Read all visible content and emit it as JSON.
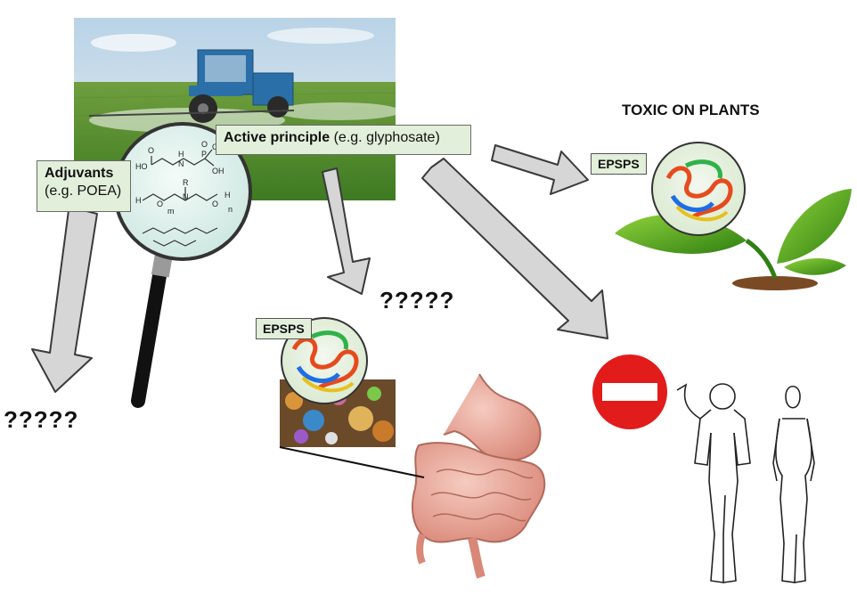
{
  "labels": {
    "active_principle_bold": "Active principle",
    "active_principle_rest": " (e.g. glyphosate)",
    "adjuvants_bold": "Adjuvants",
    "adjuvants_rest": "(e.g. POEA)",
    "toxic_on_plants": "TOXIC ON PLANTS",
    "epsps_plant": "EPSPS",
    "epsps_gut": "EPSPS",
    "unknown_gut": "?????",
    "unknown_adjuvants": "?????"
  },
  "chemistry": {
    "glyphosate_labels": [
      "HO",
      "O",
      "H",
      "N",
      "P",
      "OH",
      "OH",
      "O"
    ],
    "poea_labels": [
      "H",
      "O",
      "N",
      "R",
      "O",
      "H",
      "m",
      "n"
    ]
  },
  "colors": {
    "label_fill": "#e2efda",
    "arrow_fill": "#d6d6d6",
    "arrow_stroke": "#3a3a3a",
    "stop_red": "#e21b1b",
    "leaf_green": "#3f9a1a",
    "gut_pink": "#e9a79a"
  },
  "icons": [
    "tractor-field-photo",
    "magnifier-icon",
    "protein-structure-icon",
    "leaf-icon",
    "stop-sign-icon",
    "intestine-icon",
    "human-figures-icon",
    "microbiota-photo"
  ]
}
